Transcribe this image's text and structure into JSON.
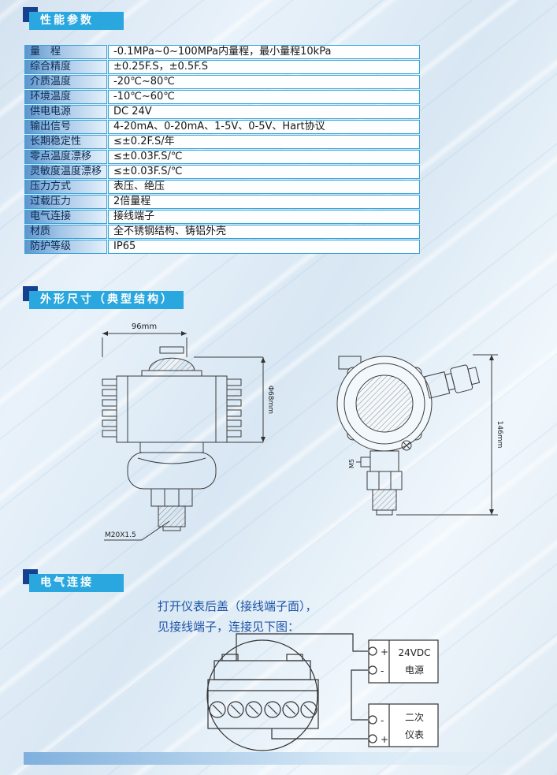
{
  "colors": {
    "accent": "#2aa7de",
    "navy": "#16418e",
    "table_border": "#35a3d9"
  },
  "sections": {
    "performance": {
      "title": "性能参数",
      "rows": [
        {
          "label": "量　程",
          "value": "-0.1MPa~0~100MPa内量程，最小量程10kPa"
        },
        {
          "label": "综合精度",
          "value": "±0.25F.S，±0.5F.S"
        },
        {
          "label": "介质温度",
          "value": "-20℃~80℃"
        },
        {
          "label": "环境温度",
          "value": "-10℃~60℃"
        },
        {
          "label": "供电电源",
          "value": "DC 24V"
        },
        {
          "label": "输出信号",
          "value": "4-20mA、0-20mA、1-5V、0-5V、Hart协议"
        },
        {
          "label": "长期稳定性",
          "value": "≤±0.2F.S/年"
        },
        {
          "label": "零点温度漂移",
          "value": "≤±0.03F.S/℃"
        },
        {
          "label": "灵敏度温度漂移",
          "value": "≤±0.03F.S/℃"
        },
        {
          "label": "压力方式",
          "value": "表压、绝压"
        },
        {
          "label": "过载压力",
          "value": "2倍量程"
        },
        {
          "label": "电气连接",
          "value": "接线端子"
        },
        {
          "label": "材质",
          "value": "全不锈钢结构、铸铝外壳"
        },
        {
          "label": "防护等级",
          "value": "IP65"
        }
      ]
    },
    "dimensions": {
      "title": "外形尺寸（典型结构）",
      "labels": {
        "width": "96mm",
        "diameter": "Φ68mm",
        "bottom_thread": "M20X1.5",
        "side_thread": "M5",
        "height": "146mm"
      }
    },
    "wiring": {
      "title": "电气连接",
      "instructions": [
        "打开仪表后盖（接线端子面），",
        "见接线端子，连接见下图："
      ],
      "power_box": {
        "line1": "24VDC",
        "line2": "电源",
        "terminal_top": "+",
        "terminal_bottom": "-"
      },
      "meter_box": {
        "line1": "二次",
        "line2": "仪表",
        "terminal_top": "-",
        "terminal_bottom": "+"
      }
    }
  }
}
